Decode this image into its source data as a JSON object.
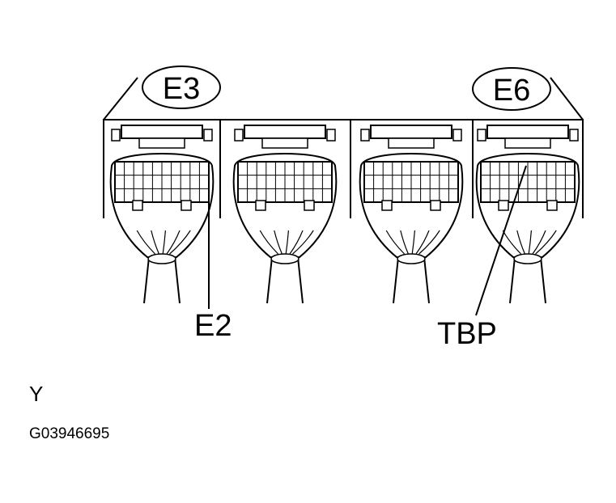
{
  "diagram": {
    "connector_labels": {
      "left_top": "E3",
      "right_top": "E6"
    },
    "terminal_labels": {
      "e2": "E2",
      "tbp": "TBP"
    },
    "view_letter": "Y",
    "figure_id": "G03946695"
  }
}
